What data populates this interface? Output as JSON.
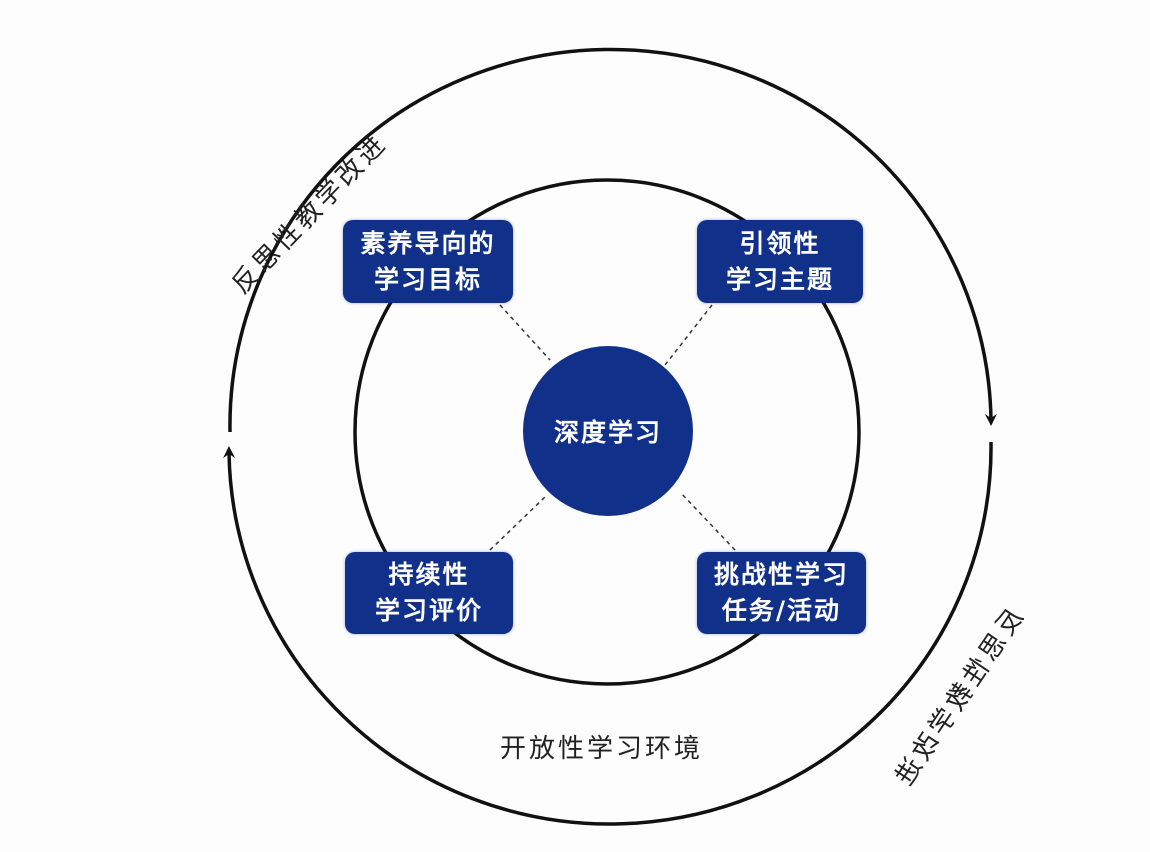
{
  "center": {
    "label": "深度学习"
  },
  "boxes": [
    {
      "line1": "素养导向的",
      "line2": "学习目标"
    },
    {
      "line1": "引领性",
      "line2": "学习主题"
    },
    {
      "line1": "持续性",
      "line2": "学习评价"
    },
    {
      "line1": "挑战性学习",
      "line2": "任务/活动"
    }
  ],
  "outer_labels": {
    "top_left": "反思性教学改进",
    "bottom_right": "反思性教学改进"
  },
  "environment_label": "开放性学习环境",
  "colors": {
    "box": "#11308a",
    "line": "#111111"
  }
}
